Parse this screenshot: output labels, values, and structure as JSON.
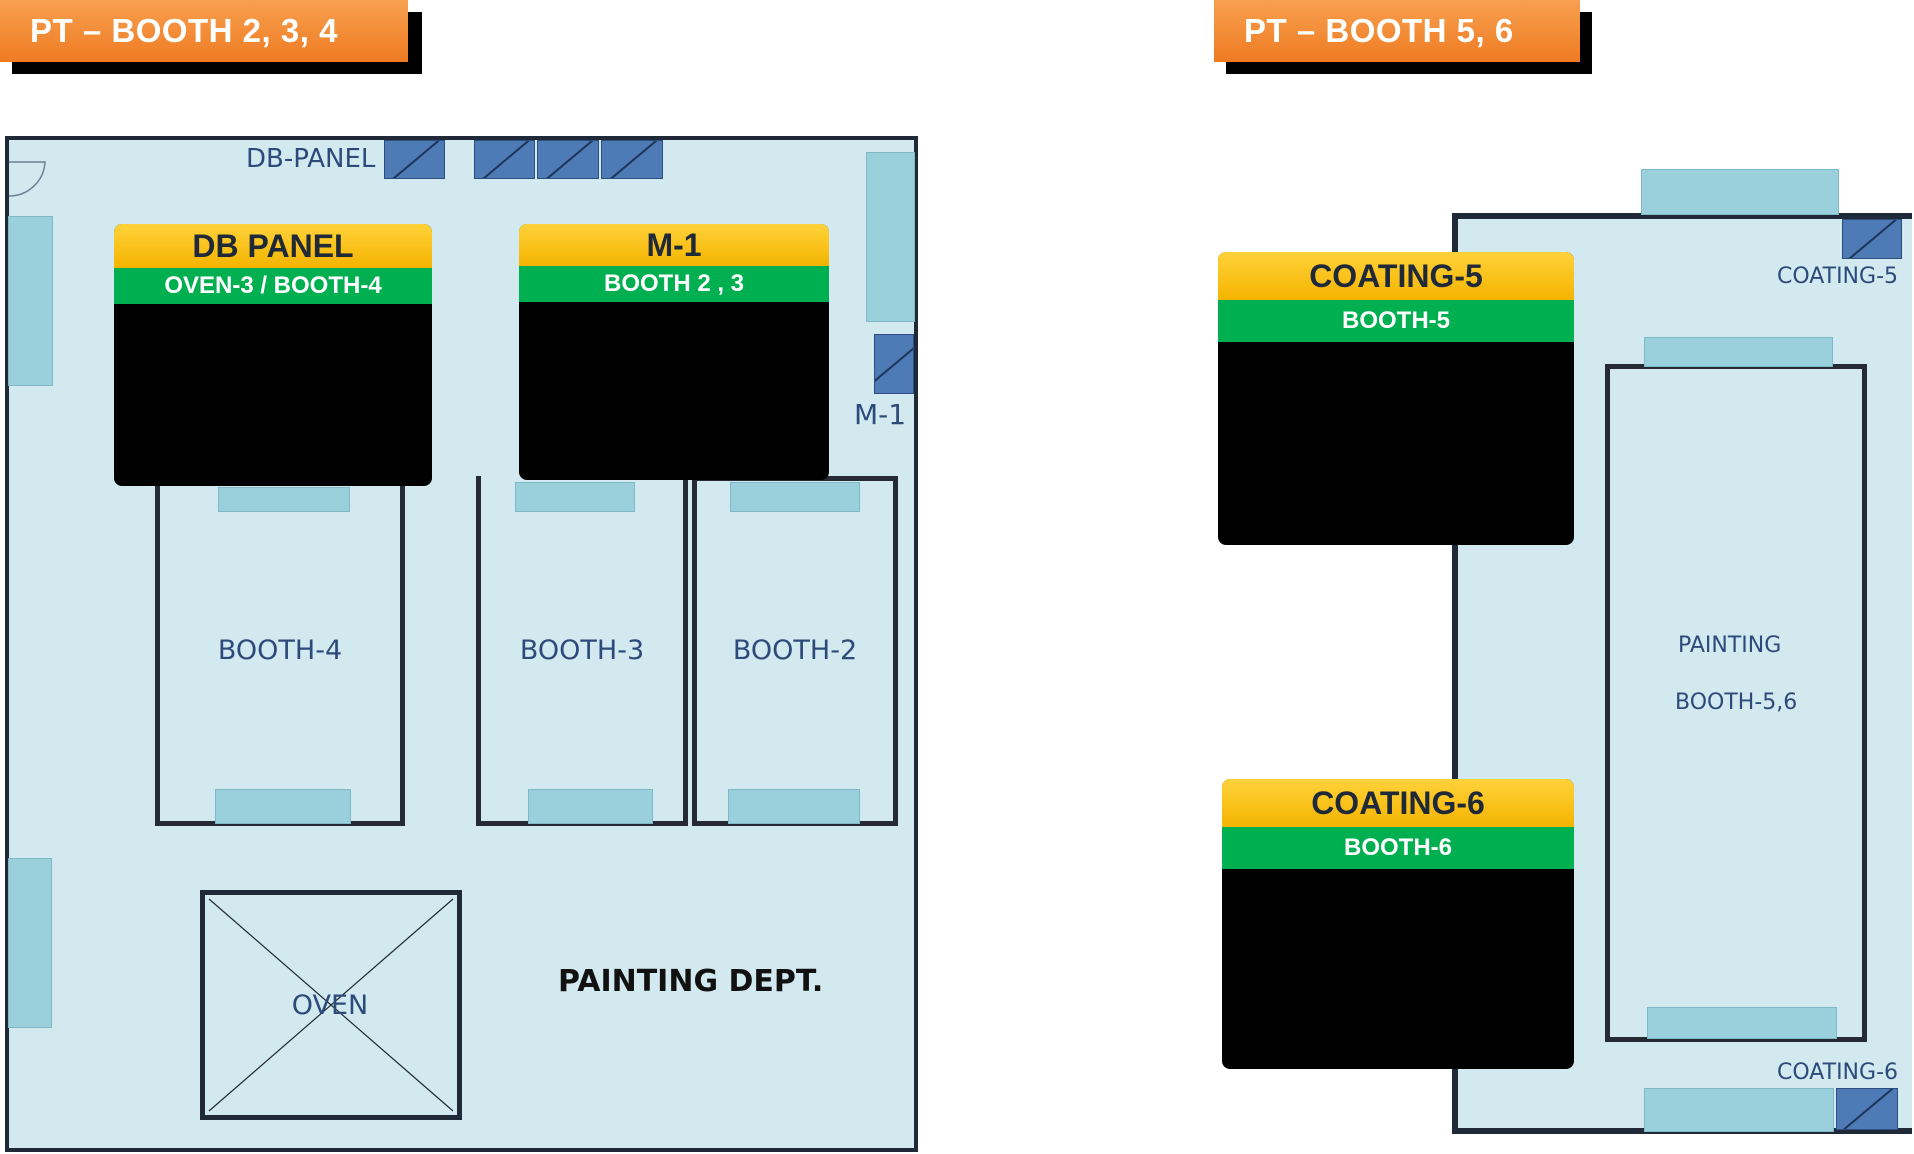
{
  "headers": {
    "left": "PT – BOOTH 2, 3, 4",
    "right": "PT – BOOTH 5, 6"
  },
  "left_plan": {
    "db_panel_label": "DB-PANEL",
    "m1_label": "M-1",
    "booths": [
      "BOOTH-4",
      "BOOTH-3",
      "BOOTH-2"
    ],
    "oven_label": "OVEN",
    "dept_label": "PAINTING DEPT."
  },
  "right_plan": {
    "coating5_label": "COATING-5",
    "coating6_label": "COATING-6",
    "painting_line1": "PAINTING",
    "painting_line2": "BOOTH-5,6"
  },
  "cards": {
    "db_panel": {
      "title": "DB PANEL",
      "sub": "OVEN-3 / BOOTH-4"
    },
    "m1": {
      "title": "M-1",
      "sub": "BOOTH 2 , 3"
    },
    "coating5": {
      "title": "COATING-5",
      "sub": "BOOTH-5"
    },
    "coating6": {
      "title": "COATING-6",
      "sub": "BOOTH-6"
    }
  },
  "colors": {
    "header": "#ef7b22",
    "floor": "#d3e9f0",
    "card_title": "#f4b400",
    "card_sub": "#00b050",
    "panel": "#4e7ab5"
  }
}
